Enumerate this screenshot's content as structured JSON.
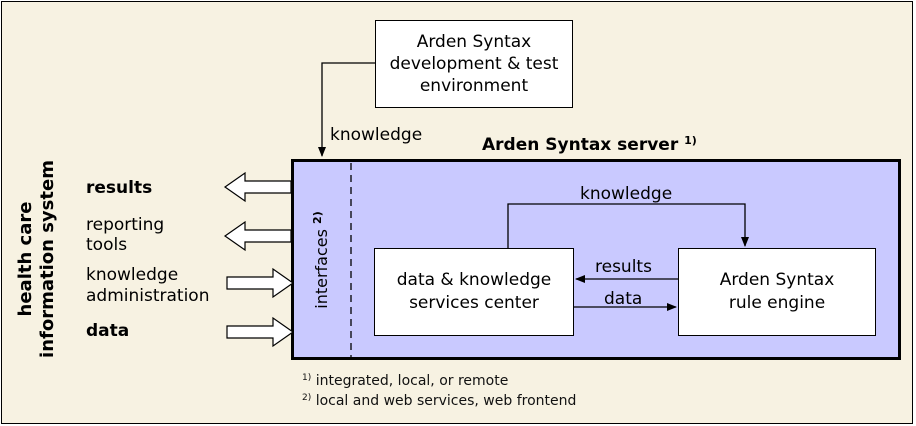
{
  "dev_environment": {
    "line1": "Arden Syntax",
    "line2": "development & test",
    "line3": "environment"
  },
  "knowledge_top_label": "knowledge",
  "server": {
    "title": "Arden Syntax server",
    "title_note": "1)",
    "interfaces_label": "interfaces",
    "interfaces_note": "2)"
  },
  "services_center": {
    "line1": "data & knowledge",
    "line2": "services center"
  },
  "rule_engine": {
    "line1": "Arden Syntax",
    "line2": "rule engine"
  },
  "inner_flows": {
    "knowledge": "knowledge",
    "results": "results",
    "data": "data"
  },
  "his": {
    "line1": "health care",
    "line2": "information system"
  },
  "external_flows": [
    {
      "line1": "results",
      "line2": "",
      "direction": "out",
      "bold": true
    },
    {
      "line1": "reporting",
      "line2": "tools",
      "direction": "out",
      "bold": false
    },
    {
      "line1": "knowledge",
      "line2": "administration",
      "direction": "in",
      "bold": false
    },
    {
      "line1": "data",
      "line2": "",
      "direction": "in",
      "bold": true
    }
  ],
  "footnotes": [
    {
      "mark": "1)",
      "text": "integrated, local, or remote"
    },
    {
      "mark": "2)",
      "text": "local and web services, web frontend"
    }
  ],
  "colors": {
    "background": "#f7f2e2",
    "server_fill": "#c9c9ff",
    "box_fill": "#ffffff",
    "stroke": "#000000"
  }
}
